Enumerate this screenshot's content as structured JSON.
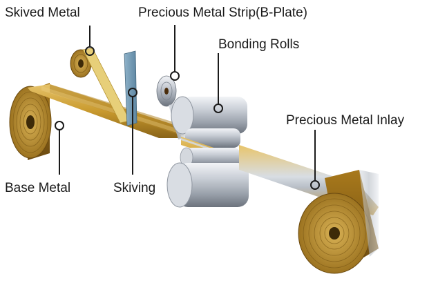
{
  "labels": {
    "skived_metal": "Skived Metal",
    "precious_metal_strip": "Precious Metal Strip(B-Plate)",
    "bonding_rolls": "Bonding Rolls",
    "precious_metal_inlay": "Precious Metal Inlay",
    "base_metal": "Base Metal",
    "skiving": "Skiving"
  },
  "colors": {
    "text": "#1a1a1a",
    "leader_line": "#1a1a1a",
    "brass": "#c99a2e",
    "silver": "#c7ccd3",
    "background": "#ffffff"
  }
}
